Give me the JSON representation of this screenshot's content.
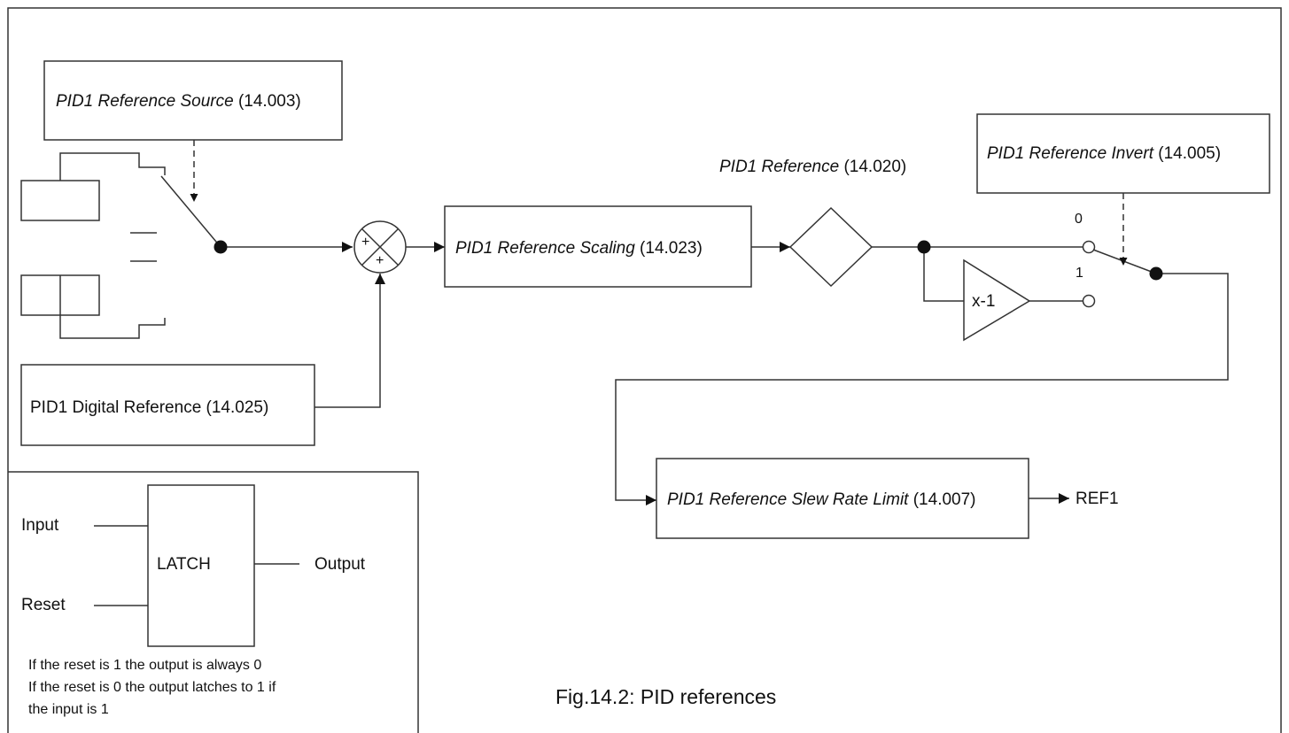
{
  "diagram": {
    "source_box": {
      "name": "PID1 Reference Source",
      "param": " (14.003)"
    },
    "digital_box": {
      "label": "PID1 Digital Reference (14.025)"
    },
    "summer": {
      "sign_top": "+",
      "sign_bottom": "+"
    },
    "scaling_box": {
      "name": "PID1 Reference Scaling",
      "param": " (14.023)"
    },
    "reference_label": {
      "name": "PID1 Reference",
      "param": " (14.020)"
    },
    "invert_box": {
      "name": "PID1 Reference Invert",
      "param": " (14.005)"
    },
    "switch_labels": {
      "zero": "0",
      "one": "1"
    },
    "inverter": {
      "label": "x-1"
    },
    "slew_box": {
      "name": "PID1 Reference Slew Rate Limit",
      "param": " (14.007)"
    },
    "output_label": "REF1"
  },
  "legend": {
    "input": "Input",
    "reset": "Reset",
    "output": "Output",
    "block": "LATCH",
    "note_lines": [
      "If the reset is 1 the output is always 0",
      "If the reset is 0 the output latches to 1 if",
      "the input is 1"
    ]
  },
  "caption": "Fig.14.2: PID references"
}
